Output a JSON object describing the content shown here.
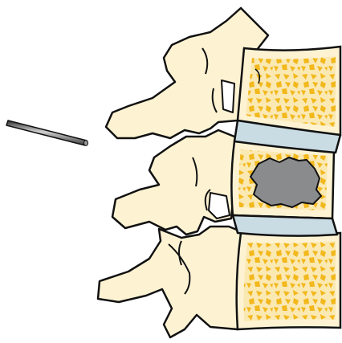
{
  "colors": {
    "background": "#ffffff",
    "bone": "#fdf3d3",
    "cancellous_fill": "#fbe9b4",
    "trabeculae": "#f2b81c",
    "disc": "#c9dbe3",
    "lesion": "#8a8b8c",
    "needle_dark": "#3a3a3a",
    "needle_light": "#c8c8c8",
    "outline": "#111111"
  },
  "structures": [
    {
      "name": "upper-vertebra",
      "icon": "vertebra-icon"
    },
    {
      "name": "middle-vertebra",
      "icon": "vertebra-icon",
      "contains": "lesion"
    },
    {
      "name": "lower-vertebra",
      "icon": "vertebra-icon"
    },
    {
      "name": "upper-intervertebral-disc",
      "icon": "disc-icon"
    },
    {
      "name": "lower-intervertebral-disc",
      "icon": "disc-icon"
    },
    {
      "name": "vertebral-body-lesion",
      "icon": "lesion-icon"
    },
    {
      "name": "biopsy-needle",
      "icon": "needle-icon"
    }
  ]
}
